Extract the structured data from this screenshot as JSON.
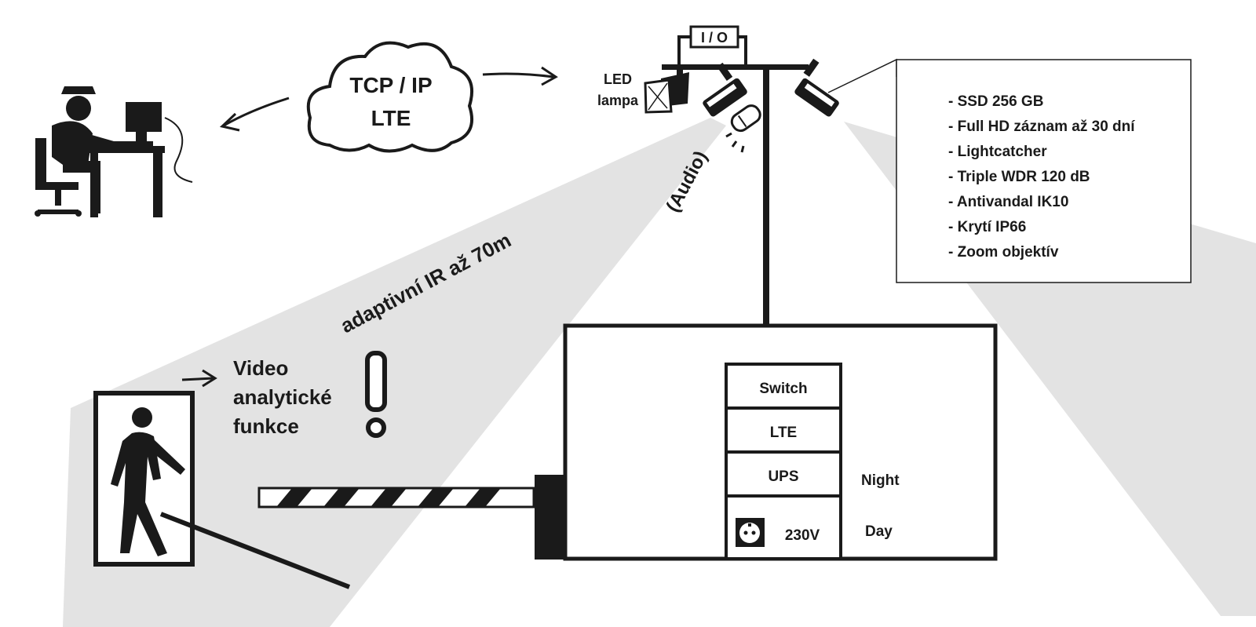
{
  "network": {
    "cloud_line1": "TCP / IP",
    "cloud_line2": "LTE"
  },
  "mast": {
    "switch_label": "I / O",
    "led_line1": "LED",
    "led_line2": "lampa",
    "audio_label": "(Audio)"
  },
  "specs": {
    "items": [
      "- SSD 256 GB",
      "- Full HD záznam až 30 dní",
      "- Lightcatcher",
      "- Triple WDR 120 dB",
      "- Antivandal IK10",
      "- Krytí IP66",
      "- Zoom objektív"
    ]
  },
  "analytics": {
    "ir_label": "adaptivní IR až 70m",
    "line1": "Video",
    "line2": "analytické",
    "line3": "funkce"
  },
  "cabinet": {
    "modules": [
      "Switch",
      "LTE",
      "UPS",
      "230V"
    ],
    "night_label": "Night",
    "day_label": "Day"
  },
  "colors": {
    "ink": "#1a1a1a",
    "beam": "#e3e3e3",
    "background": "#ffffff"
  },
  "icons": [
    "operator-icon",
    "cloud-icon",
    "led-lamp-icon",
    "camera-icon",
    "microphone-icon",
    "person-icon",
    "barrier-icon",
    "power-socket-icon"
  ]
}
